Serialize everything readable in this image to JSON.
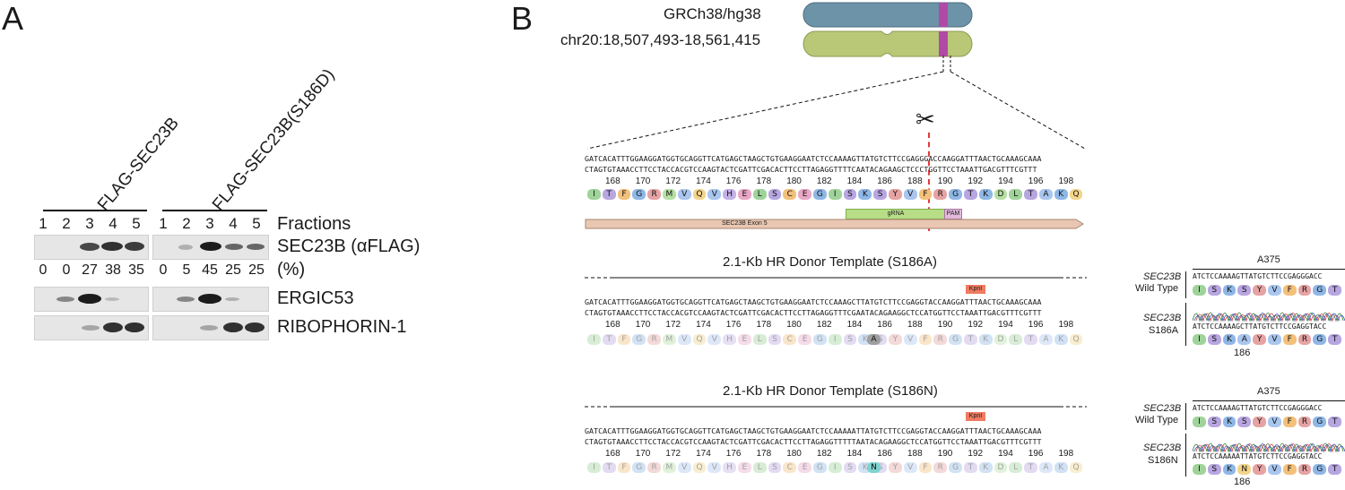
{
  "panelA": {
    "letter": "A",
    "groups": [
      "FLAG-SEC23B",
      "FLAG-SEC23B(S186D)"
    ],
    "lanes": [
      "1",
      "2",
      "3",
      "4",
      "5"
    ],
    "rows": {
      "fractions_label": "Fractions",
      "sec23b_label": "SEC23B (αFLAG)",
      "pct_label": "(%)",
      "ergic_label": "ERGIC53",
      "ribo_label": "RIBOPHORIN-1"
    },
    "percent_group1": [
      "0",
      "0",
      "27",
      "38",
      "35"
    ],
    "percent_group2": [
      "0",
      "5",
      "45",
      "25",
      "25"
    ]
  },
  "panelB": {
    "letter": "B",
    "assembly": "GRCh38/hg38",
    "locus": "chr20:18,507,493-18,561,415",
    "top_seq": "GATCACATTTGGAAGGATGGTGCAGGTTCATGAGCTAAGCTGTGAAGGAATCTCCAAAAGTTATGTCTTCCGAGGGACCAAGGATTTAACTGCAAAGCAAA",
    "bottom_seq": "CTAGTGTAAACCTTCCTACCACGTCCAAGTACTCGATTCGACACTTCCTTAGAGGTTTTCAATACAGAAGCTCCCTGGTTCCTAAATTGACGTTTCGTTT",
    "numbers": [
      "168",
      "170",
      "172",
      "174",
      "176",
      "178",
      "180",
      "182",
      "184",
      "186",
      "188",
      "190",
      "192",
      "194",
      "196",
      "198"
    ],
    "aa": [
      "I",
      "T",
      "F",
      "G",
      "R",
      "M",
      "V",
      "Q",
      "V",
      "H",
      "E",
      "L",
      "S",
      "C",
      "E",
      "G",
      "I",
      "S",
      "K",
      "S",
      "Y",
      "V",
      "F",
      "R",
      "G",
      "T",
      "K",
      "D",
      "L",
      "T",
      "A",
      "K",
      "Q"
    ],
    "gRNA": "gRNA",
    "PAM": "PAM",
    "exon": "SEC23B Exon 5",
    "donor1": {
      "title": "2.1-Kb HR Donor Template (S186A)",
      "top_seq": "GATCACATTTGGAAGGATGGTGCAGGTTCATGAGCTAAGCTGTGAAGGAATCTCCAAAGCTTATGTCTTCCGAGGTACCAAGGATTTAACTGCAAAGCAAA",
      "bottom_seq": "CTAGTGTAAACCTTCCTACCACGTCCAAGTACTCGATTCGACACTTCCTTAGAGGTTTCGAATACAGAAGGCTCCATGGTTCCTAAATTGACGTTTCGTTT",
      "kpn": "KpnI",
      "mut": "A"
    },
    "donor2": {
      "title": "2.1-Kb HR Donor Template (S186N)",
      "top_seq": "GATCACATTTGGAAGGATGGTGCAGGTTCATGAGCTAAGCTGTGAAGGAATCTCCAAAAATTATGTCTTCCGAGGTACCAAGGATTTAACTGCAAAGCAAA",
      "bottom_seq": "CTAGTGTAAACCTTCCTACCACGTCCAAGTACTCGATTCGACACTTCCTTAGAGGTTTTTAATACAGAAGGCTCCATGGTTCCTAAATTGACGTTTCGTTT",
      "kpn": "KpnI",
      "mut": "N"
    },
    "a375": "A375",
    "gene": "SEC23B",
    "wt": "Wild Type",
    "wt_seq": "ATCTCCAAAAGTTATGTCTTCCGAGGGACC",
    "s186a": "S186A",
    "s186a_seq": "ATCTCCAAAAGCTTATGTCTTCCGAGGTACC",
    "s186n": "S186N",
    "s186n_seq": "ATCTCCAAAAATTATGTCTTCCGAGGTACC",
    "wt_aa": [
      "I",
      "S",
      "K",
      "S",
      "Y",
      "V",
      "F",
      "R",
      "G",
      "T"
    ],
    "a_aa": [
      "I",
      "S",
      "K",
      "A",
      "Y",
      "V",
      "F",
      "R",
      "G",
      "T"
    ],
    "n_aa": [
      "I",
      "S",
      "K",
      "N",
      "Y",
      "V",
      "F",
      "R",
      "G",
      "T"
    ],
    "pos": "186"
  }
}
